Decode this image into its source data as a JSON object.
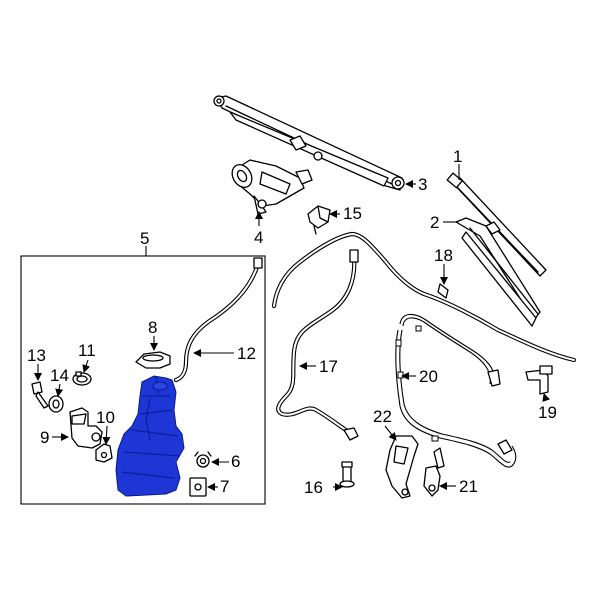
{
  "callouts": [
    {
      "id": "c1",
      "label": "1"
    },
    {
      "id": "c2",
      "label": "2"
    },
    {
      "id": "c3",
      "label": "3"
    },
    {
      "id": "c4",
      "label": "4"
    },
    {
      "id": "c5",
      "label": "5"
    },
    {
      "id": "c6",
      "label": "6"
    },
    {
      "id": "c7",
      "label": "7"
    },
    {
      "id": "c8",
      "label": "8"
    },
    {
      "id": "c9",
      "label": "9"
    },
    {
      "id": "c10",
      "label": "10"
    },
    {
      "id": "c11",
      "label": "11"
    },
    {
      "id": "c12",
      "label": "12"
    },
    {
      "id": "c13",
      "label": "13"
    },
    {
      "id": "c14",
      "label": "14"
    },
    {
      "id": "c15",
      "label": "15"
    },
    {
      "id": "c16",
      "label": "16"
    },
    {
      "id": "c17",
      "label": "17"
    },
    {
      "id": "c18",
      "label": "18"
    },
    {
      "id": "c19",
      "label": "19"
    },
    {
      "id": "c20",
      "label": "20"
    },
    {
      "id": "c21",
      "label": "21"
    },
    {
      "id": "c22",
      "label": "22"
    }
  ],
  "highlight_color": "#1e36d6"
}
